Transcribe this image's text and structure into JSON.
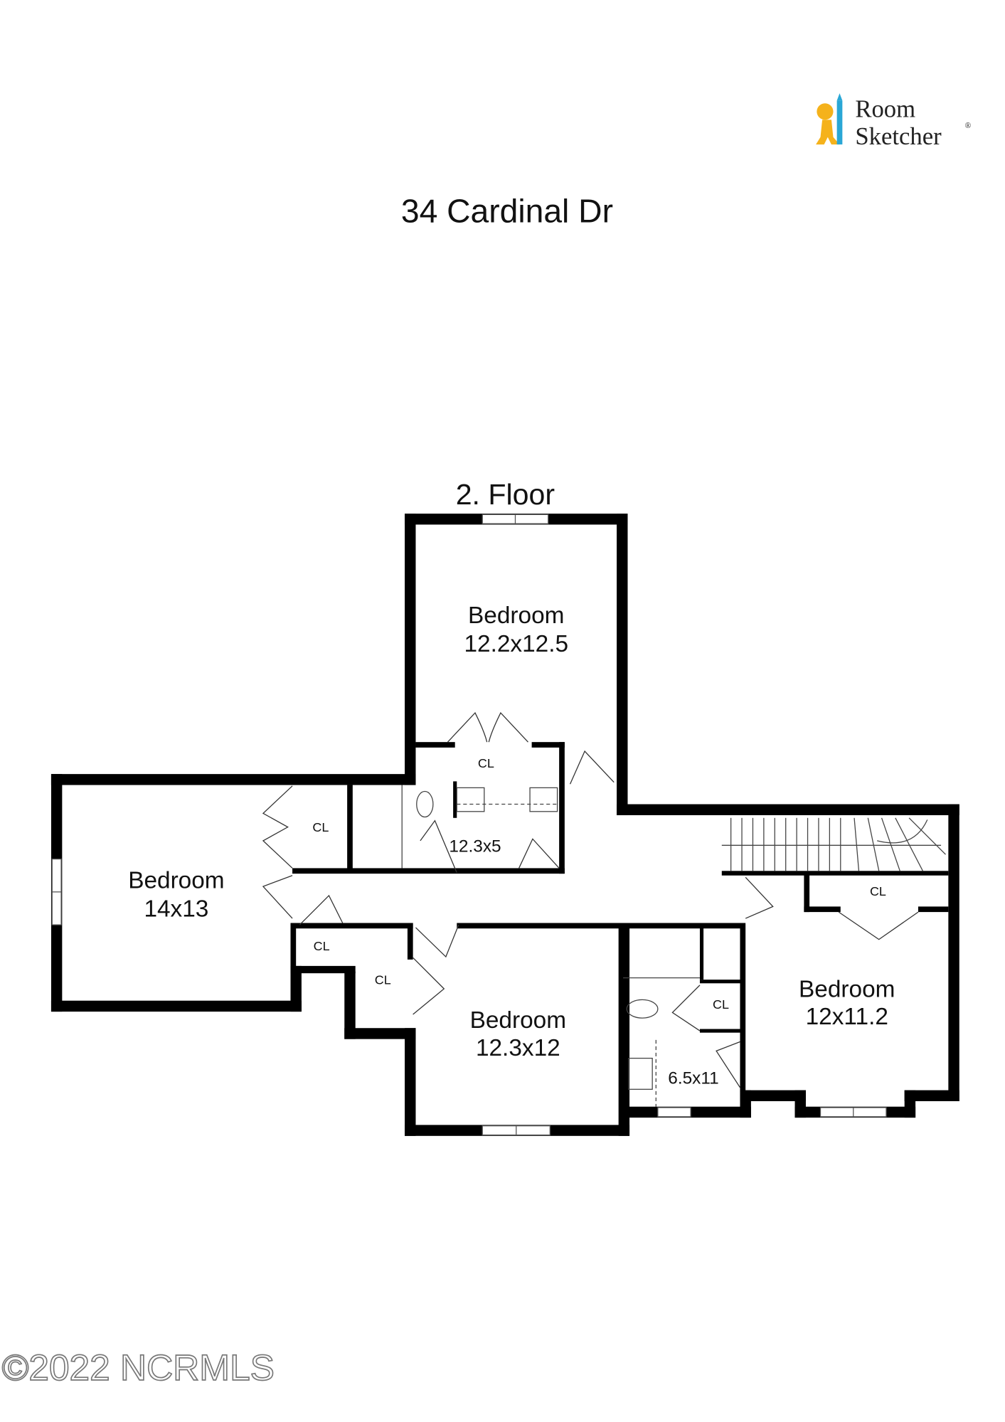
{
  "logo": {
    "line1": "Room",
    "line2": "Sketcher",
    "reg": "®",
    "brand_colors": {
      "figure": "#f5b21b",
      "pencil": "#2aa7d6"
    }
  },
  "title": "34 Cardinal Dr",
  "floor_label": "2. Floor",
  "rooms": [
    {
      "name": "Bedroom",
      "size": "12.2x12.5"
    },
    {
      "name": "Bedroom",
      "size": "14x13"
    },
    {
      "name": "Bedroom",
      "size": "12.3x12"
    },
    {
      "name": "Bedroom",
      "size": "12x11.2"
    },
    {
      "size": "12.3x5"
    },
    {
      "size": "6.5x11"
    }
  ],
  "closet_label": "CL",
  "copyright": "©2022 NCRMLS"
}
